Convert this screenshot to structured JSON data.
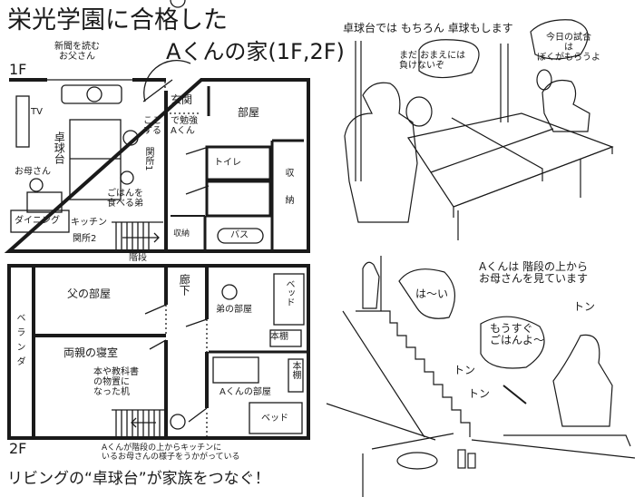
{
  "title": {
    "line1": "栄光学園に合格した",
    "line2": "Aくんの家(1F,2F)"
  },
  "floor1": {
    "label": "1F",
    "father_reading": "新聞を読む\nお父さん",
    "tv": "TV",
    "pingpong_table": "卓球台",
    "mother": "お母さん",
    "dining": "ダイニング",
    "kitchen": "キッチン",
    "checkpoint2": "関所2",
    "study_here": "ここ\nする",
    "study_a": "で勉強\nAくん",
    "checkpoint1": "関所1",
    "brother_eating": "ごはんを\n食べる弟",
    "entrance": "玄関",
    "room": "部屋",
    "toilet": "トイレ",
    "storage": "収納",
    "storage_small": "収納",
    "bath": "バス",
    "stairs": "階段"
  },
  "floor2": {
    "label": "2F",
    "veranda": "ベランダ",
    "father_room": "父の部屋",
    "parents_bedroom": "両親の寝室",
    "hallway": "廊下",
    "brother_room": "弟の部屋",
    "bed1": "ベッド",
    "bookshelf1": "本棚",
    "bookshelf2": "本棚",
    "a_room": "Aくんの部屋",
    "bed2": "ベッド",
    "desk_note": "本や教科書\nの物置に\nなった机",
    "caption": "Aくんが階段の上からキッチンに\nいるお母さんの様子をうかがっている"
  },
  "bottom_caption": "リビングの“卓球台”が家族をつなぐ！",
  "panel1": {
    "caption": "卓球台では もちろん 卓球もします",
    "bubble_father": "まだ おまえには\n負けないぞ",
    "bubble_son": "今日の試合\nは\nぼくがもらうよ"
  },
  "panel2": {
    "caption": "Aくんは 階段の上から\nお母さんを見ています",
    "bubble_son": "は〜い",
    "bubble_mother": "もうすぐ\nごはんよ〜",
    "sfx": [
      "トン",
      "トン",
      "トン"
    ]
  }
}
